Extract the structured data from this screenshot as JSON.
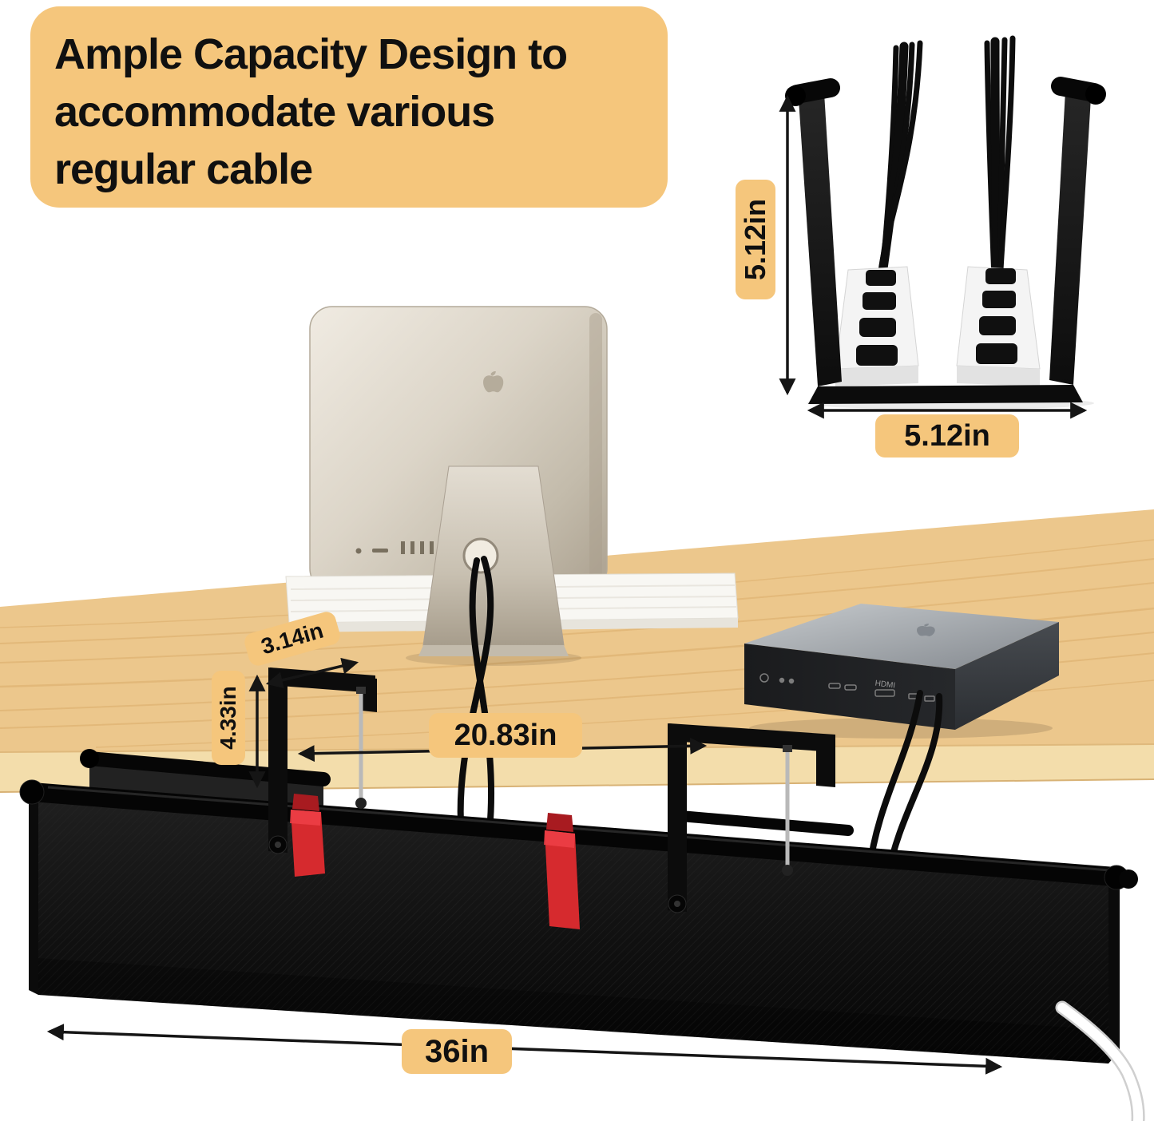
{
  "callout": {
    "lines": [
      "Ample Capacity Design to",
      "accommodate various",
      "regular cable"
    ]
  },
  "dimensions": {
    "cross_section_height": "5.12in",
    "cross_section_width": "5.12in",
    "clamp_arm_depth": "3.14in",
    "clamp_height": "4.33in",
    "clamp_spacing": "20.83in",
    "tray_length": "36in"
  },
  "mac_mini": {
    "hdmi_label": "HDMI"
  },
  "colors": {
    "label_bg": "#f5c67c",
    "label_text": "#101010",
    "strap": "#d62a2e",
    "desk": "#ecc78c",
    "desk_edge": "#f3ddab",
    "tray": "#141414"
  }
}
